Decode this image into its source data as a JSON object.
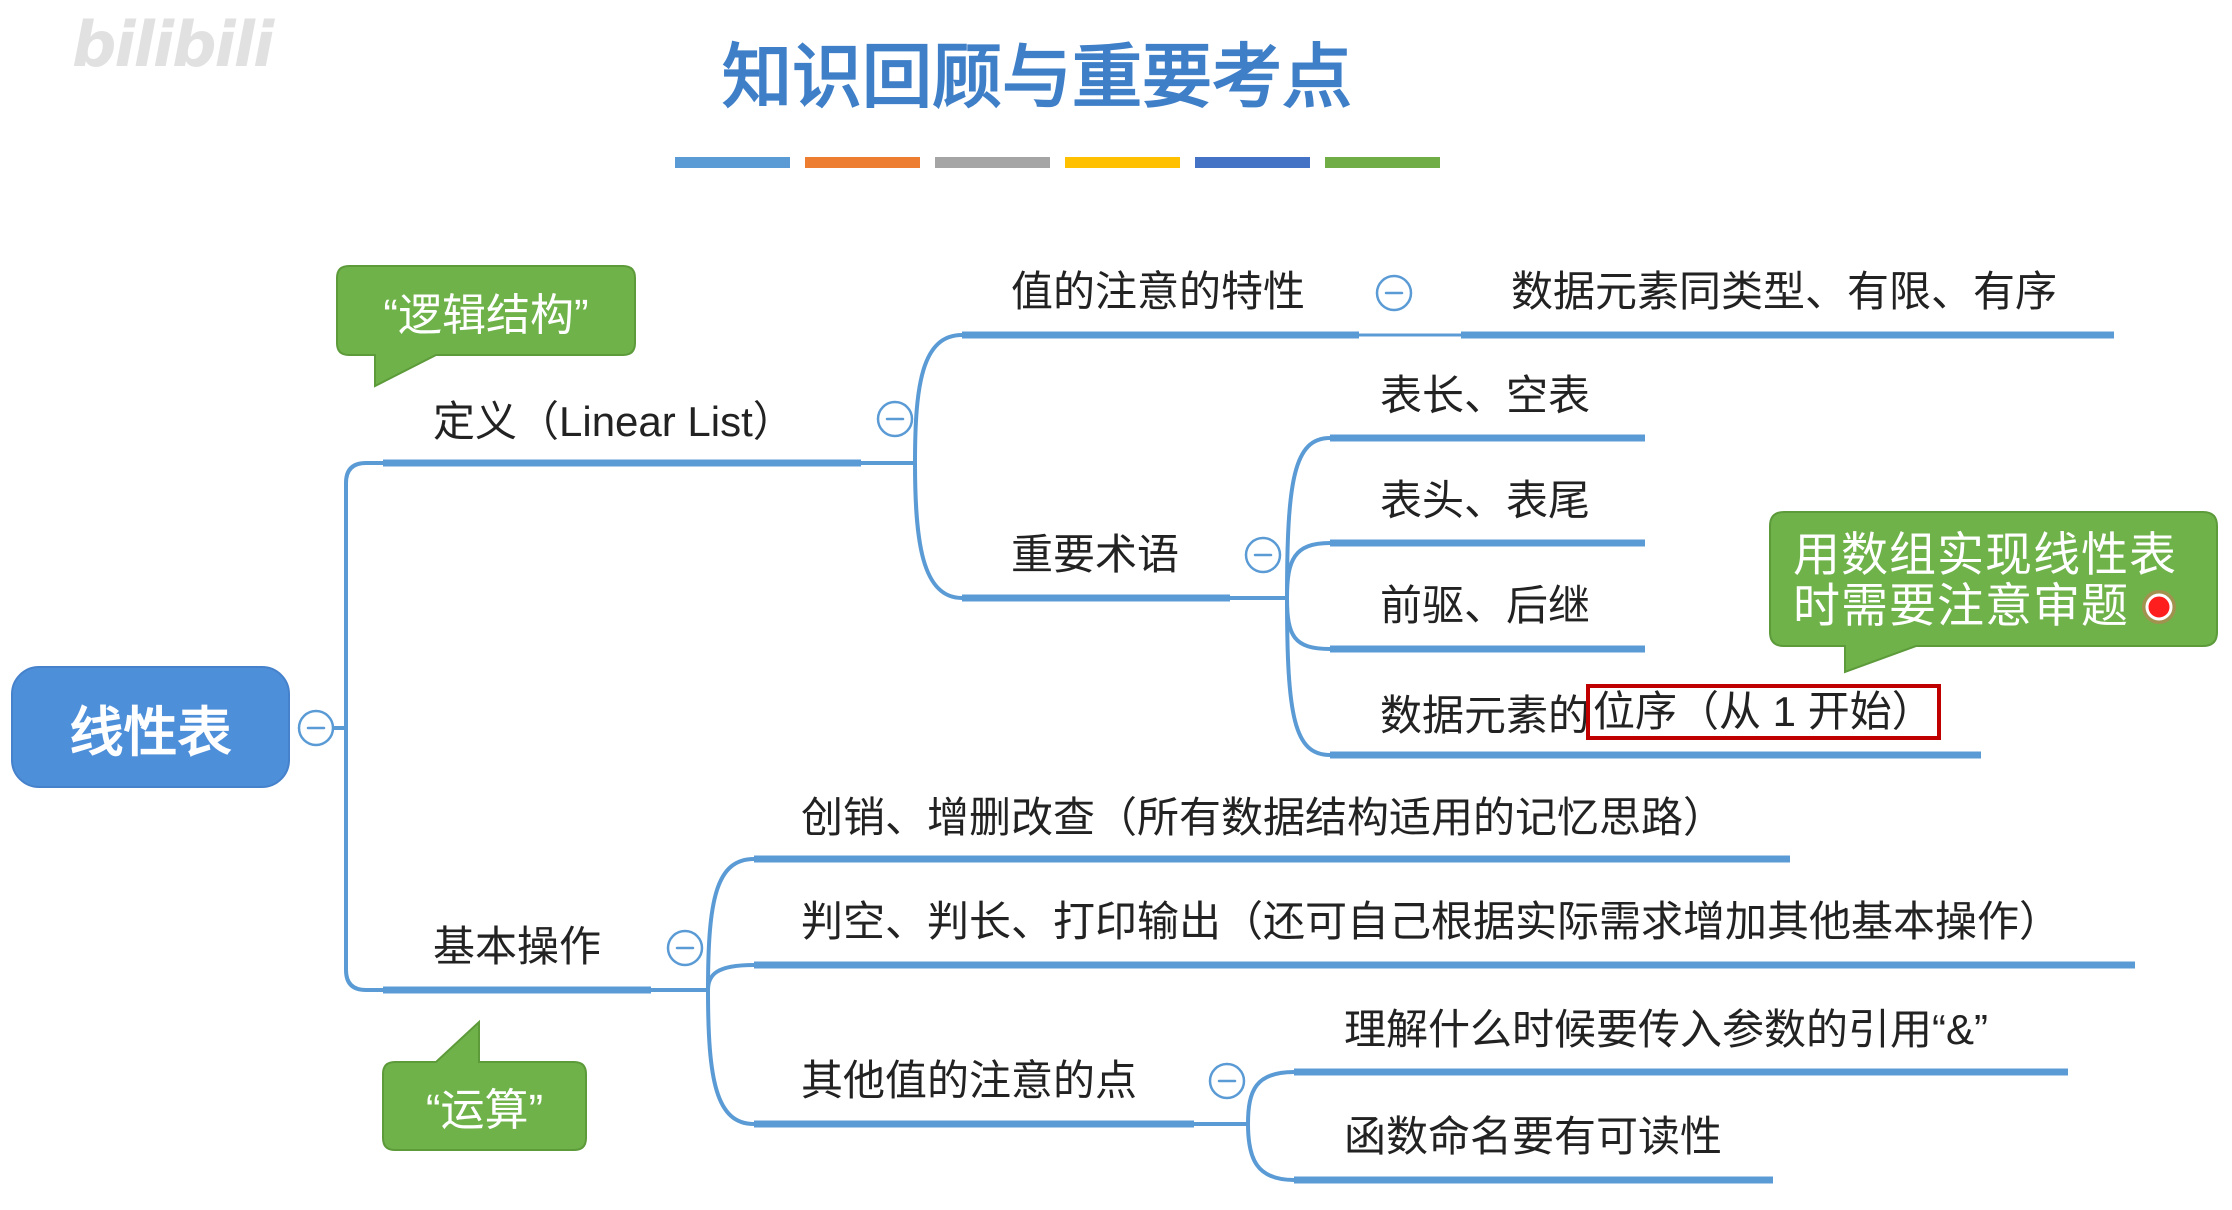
{
  "watermark": {
    "logo_text": "bilibili"
  },
  "title": "知识回顾与重要考点",
  "colors": {
    "title": "#3f7fc8",
    "accent_bar": [
      "#5b9bd5",
      "#ed7d31",
      "#a5a5a5",
      "#ffc000",
      "#4472c4",
      "#70ad47"
    ],
    "connector_line": "#5b9bd5",
    "root_node": "#4e8fd9",
    "callout": "#6fb24a",
    "callout_border": "#5c9a3a",
    "highlight_box": "#c00000"
  },
  "mindmap": {
    "root": {
      "label": "线性表"
    },
    "definition": {
      "label": "定义（Linear List）",
      "callout": "“逻辑结构”",
      "characteristics": {
        "label": "值的注意的特性",
        "detail": "数据元素同类型、有限、有序"
      },
      "terms": {
        "label": "重要术语",
        "items": [
          "表长、空表",
          "表头、表尾",
          "前驱、后继"
        ],
        "position_item": {
          "prefix": "数据元素的",
          "highlighted": "位序（从 1 开始）"
        },
        "callout": [
          "用数组实现线性表",
          "时需要注意审题"
        ]
      }
    },
    "operations": {
      "label": "基本操作",
      "callout": "“运算”",
      "items": [
        "创销、增删改查（所有数据结构适用的记忆思路）",
        "判空、判长、打印输出（还可自己根据实际需求增加其他基本操作）"
      ],
      "notes": {
        "label": "其他值的注意的点",
        "items": [
          "理解什么时候要传入参数的引用“&”",
          "函数命名要有可读性"
        ]
      }
    }
  }
}
